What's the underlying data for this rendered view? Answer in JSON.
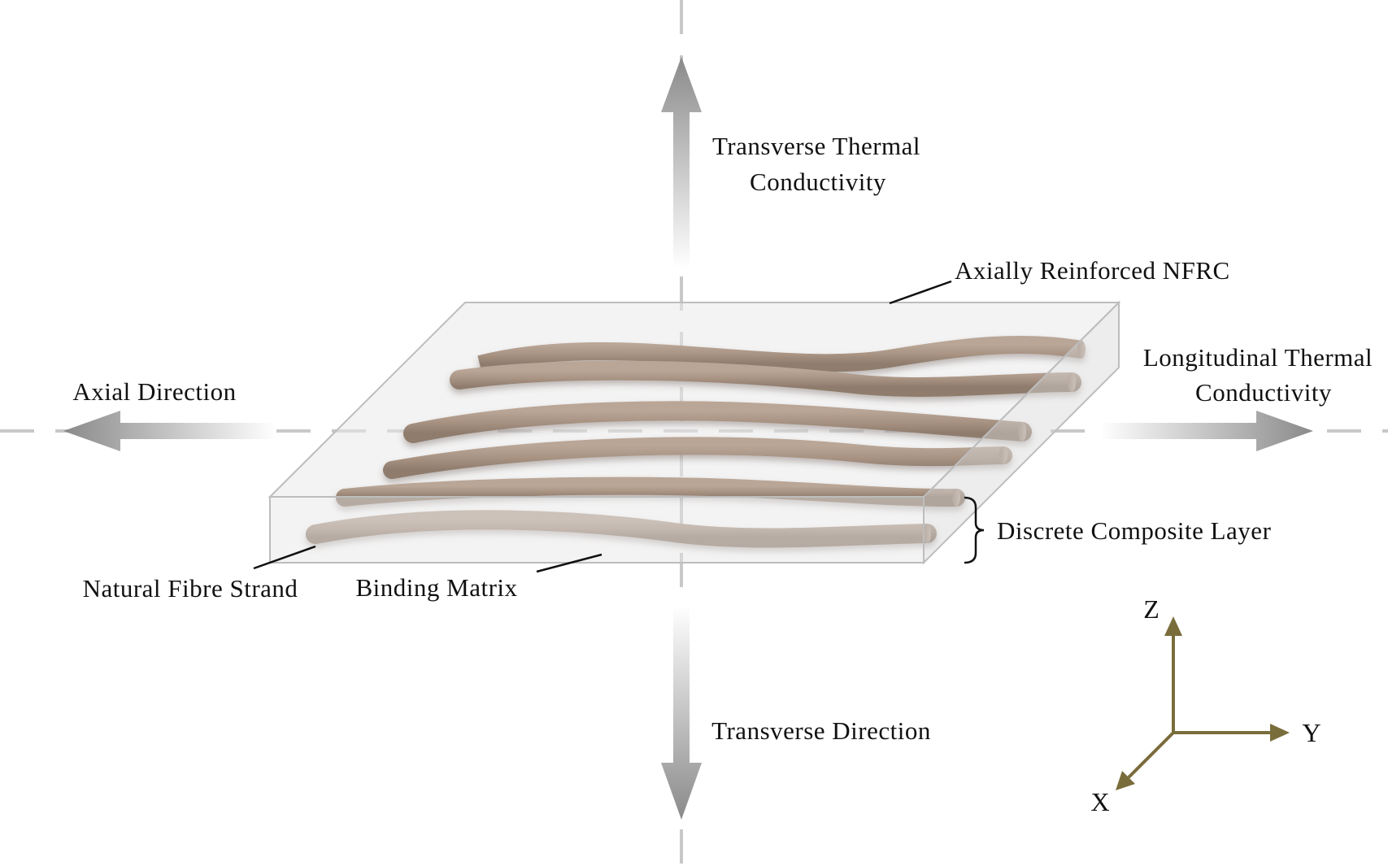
{
  "labels": {
    "transverse_thermal_line1": "Transverse Thermal",
    "transverse_thermal_line2": "Conductivity",
    "axially_reinforced": "Axially Reinforced NFRC",
    "longitudinal_line1": "Longitudinal Thermal",
    "longitudinal_line2": "Conductivity",
    "axial_direction": "Axial Direction",
    "discrete_layer": "Discrete Composite Layer",
    "natural_fibre": "Natural Fibre Strand",
    "binding_matrix": "Binding Matrix",
    "transverse_direction": "Transverse Direction"
  },
  "axes": {
    "z": "Z",
    "y": "Y",
    "x": "X"
  },
  "colors": {
    "fibre": "#a89383",
    "axis_triad": "#7a6d3c",
    "arrow_gray": "#8a8a8a",
    "dashed_line": "#c8c8c8"
  }
}
